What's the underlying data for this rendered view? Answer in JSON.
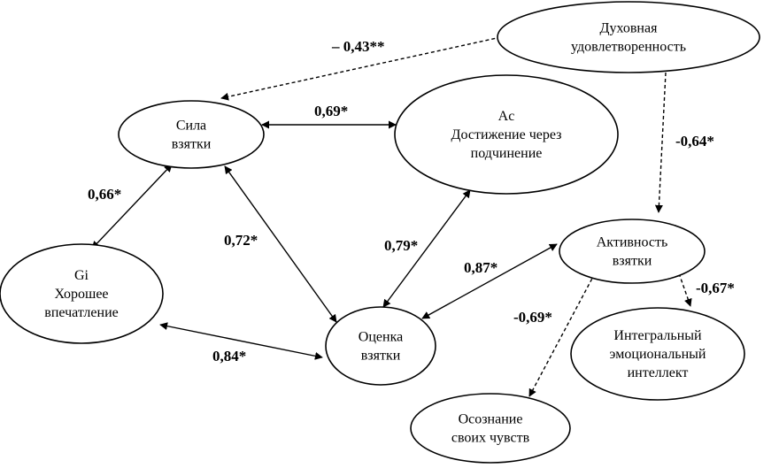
{
  "nodes": [
    {
      "id": "spiritual",
      "lines": [
        "Духовная",
        "удовлетворенность"
      ]
    },
    {
      "id": "force",
      "lines": [
        "Сила",
        "взятки"
      ]
    },
    {
      "id": "ac",
      "lines": [
        "Ac",
        "Достижение через",
        "подчинение"
      ]
    },
    {
      "id": "activity",
      "lines": [
        "Активность",
        "взятки"
      ]
    },
    {
      "id": "gi",
      "lines": [
        "Gi",
        "Хорошее",
        "впечатление"
      ]
    },
    {
      "id": "rating",
      "lines": [
        "Оценка",
        "взятки"
      ]
    },
    {
      "id": "eq",
      "lines": [
        "Интегральный",
        "эмоциональный",
        "интеллект"
      ]
    },
    {
      "id": "aware",
      "lines": [
        "Осознание",
        "своих чувств"
      ]
    }
  ],
  "edges": [
    {
      "id": "spiritual-force",
      "from": "spiritual",
      "to": "force",
      "style": "dashed",
      "direction": "forward",
      "label": "– 0,43**"
    },
    {
      "id": "force-ac",
      "from": "force",
      "to": "ac",
      "style": "solid",
      "direction": "both",
      "label": "0,69*"
    },
    {
      "id": "spiritual-activity",
      "from": "spiritual",
      "to": "activity",
      "style": "dashed",
      "direction": "forward",
      "label": "-0,64*"
    },
    {
      "id": "force-gi",
      "from": "force",
      "to": "gi",
      "style": "solid",
      "direction": "both",
      "label": "0,66*"
    },
    {
      "id": "force-rating",
      "from": "force",
      "to": "rating",
      "style": "solid",
      "direction": "both",
      "label": "0,72*"
    },
    {
      "id": "ac-rating",
      "from": "ac",
      "to": "rating",
      "style": "solid",
      "direction": "both",
      "label": "0,79*"
    },
    {
      "id": "activity-rating",
      "from": "activity",
      "to": "rating",
      "style": "solid",
      "direction": "both",
      "label": "0,87*"
    },
    {
      "id": "gi-rating",
      "from": "gi",
      "to": "rating",
      "style": "solid",
      "direction": "both",
      "label": "0,84*"
    },
    {
      "id": "activity-eq",
      "from": "activity",
      "to": "eq",
      "style": "dashed",
      "direction": "forward",
      "label": "-0,67*"
    },
    {
      "id": "activity-aware",
      "from": "activity",
      "to": "aware",
      "style": "dashed",
      "direction": "forward",
      "label": "-0,69*"
    }
  ]
}
